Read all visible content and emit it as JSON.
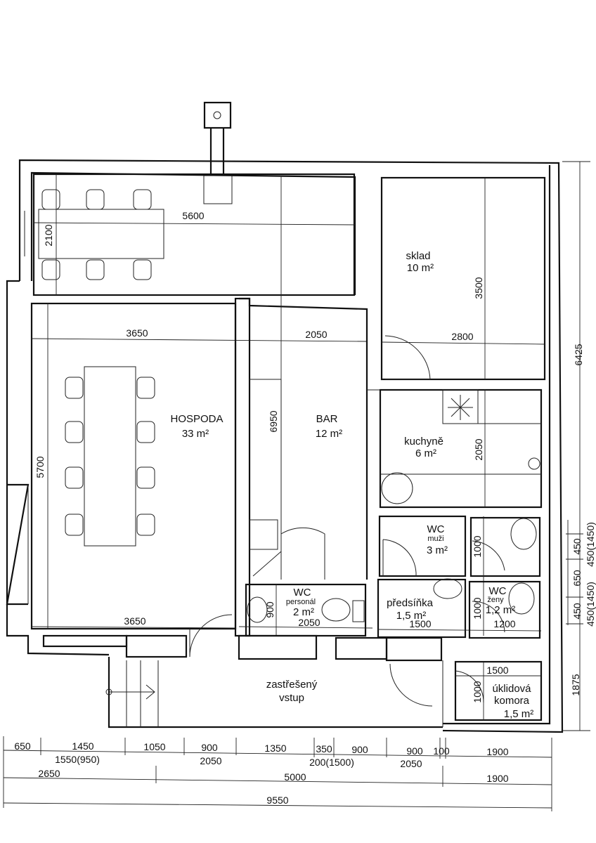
{
  "rooms": {
    "hospoda": {
      "name": "HOSPODA",
      "area": "33 m²"
    },
    "bar": {
      "name": "BAR",
      "area": "12 m²"
    },
    "sklad": {
      "name": "sklad",
      "area": "10 m²"
    },
    "kuchyne": {
      "name": "kuchyně",
      "area": "6 m²"
    },
    "wc_muzi": {
      "name": "WC",
      "sub": "muži",
      "area": "3 m²"
    },
    "wc_zeny": {
      "name": "WC",
      "sub": "ženy",
      "area": "1,2 m²"
    },
    "wc_personal": {
      "name": "WC",
      "sub": "personál",
      "area": "2 m²"
    },
    "predsinka": {
      "name": "předsíňka",
      "area": "1,5 m²"
    },
    "uklidova": {
      "name": "úklidová",
      "name2": "komora",
      "area": "1,5 m²"
    },
    "vstup": {
      "name": "zastřešený",
      "name2": "vstup"
    }
  },
  "inner_dims": {
    "top_room_w": "5600",
    "top_room_h": "2100",
    "hospoda_w_top": "3650",
    "hospoda_w_bottom": "3650",
    "hospoda_h": "5700",
    "bar_w": "2050",
    "bar_h": "6950",
    "sklad_w": "2800",
    "sklad_h": "3500",
    "kuchyne_h": "2050",
    "wc_muzi_h": "1000",
    "wc_zeny_h": "1000",
    "wc_zeny_w": "1200",
    "predsinka_w": "1500",
    "wc_personal_w": "2050",
    "wc_personal_h": "900",
    "uklid_w": "1500",
    "uklid_h": "1000"
  },
  "right_dims": {
    "total": "6425",
    "entry": "1875",
    "win1": "450",
    "mid": "650",
    "win2": "450",
    "alt1": "450(1450)",
    "alt2": "450(1450)"
  },
  "bottom_dims": {
    "row1": [
      "650",
      "1450",
      "1050",
      "900",
      "1350",
      "350",
      "900",
      "900",
      "100",
      "1900"
    ],
    "row1b": [
      "1550(950)",
      "2050",
      "200(1500)",
      "2050"
    ],
    "row2": [
      "2650",
      "5000",
      "1900"
    ],
    "row3": "9550"
  }
}
